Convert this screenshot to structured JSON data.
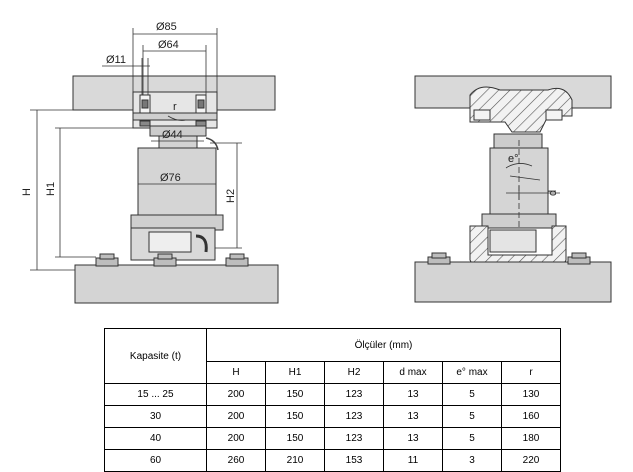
{
  "drawing": {
    "dimensions": {
      "d85": "Ø85",
      "d64": "Ø64",
      "d11": "Ø11",
      "d44": "Ø44",
      "d76": "Ø76",
      "H": "H",
      "H1": "H1",
      "H2": "H2",
      "r": "r",
      "e": "e°",
      "d": "d"
    }
  },
  "table": {
    "capacity_header": "Kapasite (t)",
    "group_header": "Ölçüler (mm)",
    "columns": [
      "H",
      "H1",
      "H2",
      "d max",
      "e° max",
      "r"
    ],
    "rows": [
      [
        "15 ... 25",
        "200",
        "150",
        "123",
        "13",
        "5",
        "130"
      ],
      [
        "30",
        "200",
        "150",
        "123",
        "13",
        "5",
        "160"
      ],
      [
        "40",
        "200",
        "150",
        "123",
        "13",
        "5",
        "180"
      ],
      [
        "60",
        "260",
        "210",
        "153",
        "11",
        "3",
        "220"
      ]
    ]
  }
}
